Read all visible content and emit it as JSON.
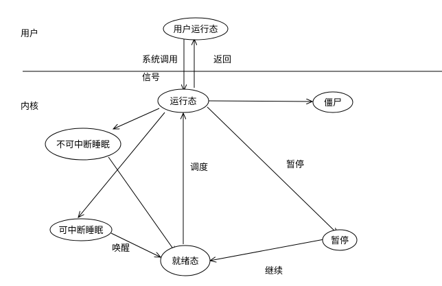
{
  "regions": {
    "user": "用户",
    "kernel": "内核"
  },
  "nodes": {
    "user_running": "用户运行态",
    "running": "运行态",
    "zombie": "僵尸",
    "uninterruptible": "不可中断睡眠",
    "interruptible": "可中断睡眠",
    "ready": "就绪态",
    "stopped": "暂停"
  },
  "edge_labels": {
    "syscall": "系统调用",
    "return": "返回",
    "signal": "信号",
    "schedule": "调度",
    "stop": "暂停",
    "wakeup": "唤醒",
    "continue": "继续"
  }
}
